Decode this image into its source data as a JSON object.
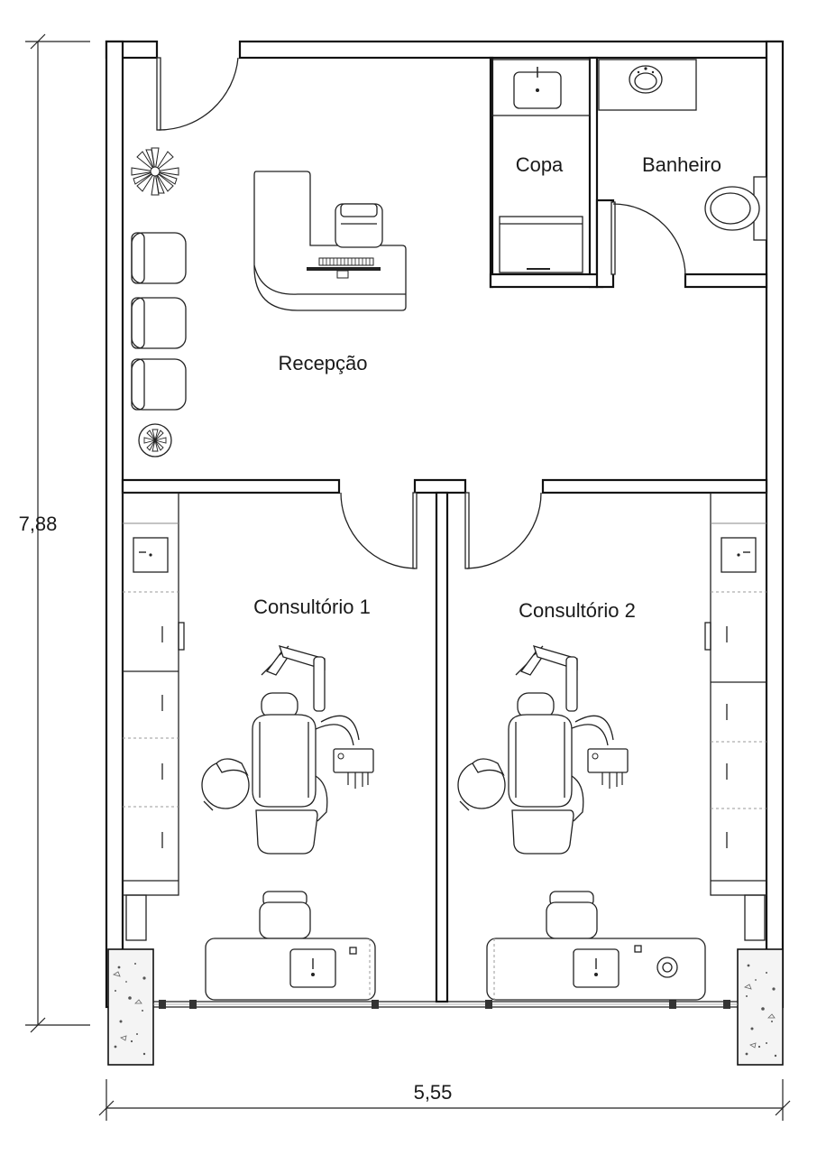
{
  "rooms": {
    "copa": "Copa",
    "banheiro": "Banheiro",
    "recepcao": "Recepção",
    "consultorio1": "Consultório 1",
    "consultorio2": "Consultório 2"
  },
  "dimensions": {
    "height": "7,88",
    "width": "5,55"
  }
}
